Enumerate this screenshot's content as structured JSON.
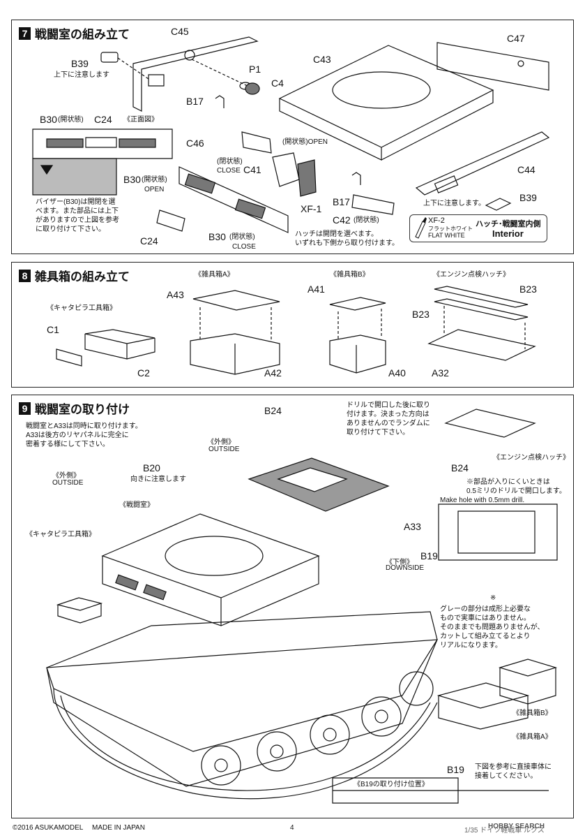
{
  "step7": {
    "num": "7",
    "title": "戦闘室の組み立て",
    "labels": {
      "c45": "C45",
      "c47": "C47",
      "b39a": "B39",
      "p1": "P1",
      "c4": "C4",
      "c43": "C43",
      "b17a": "B17",
      "b30": "B30",
      "open_paren": "(開状態)",
      "c24a": "C24",
      "front_view": "《正面図》",
      "c46": "C46",
      "b30open_code": "B30",
      "b30open_jp": "(開状態)",
      "b30open_en": "OPEN",
      "open_hatch": "(開状態)OPEN",
      "closed_jp": "(閉状態)",
      "closed_en": "CLOSE",
      "c41": "C41",
      "c44": "C44",
      "b17b": "B17",
      "c42": "C42",
      "c42_paren": "(閉状態)",
      "b39b": "B39",
      "xf1": "XF-1",
      "c24b": "C24",
      "b30closed_code": "B30",
      "b30closed_jp": "(閉状態)",
      "b30closed_en": "CLOSE"
    },
    "notes": {
      "updown1": "上下に注意します",
      "updown2": "上下に注意します。",
      "visor": [
        "バイザー(B30)は開閉を選",
        "べます。また部品には上下",
        "がありますので上図を参考",
        "に取り付けて下さい。"
      ],
      "hatch": [
        "ハッチは開閉を選べます。",
        "いずれも下側から取り付けます。"
      ]
    },
    "legend": {
      "code": "XF-2",
      "jp": "フラットホワイト",
      "en": "FLAT WHITE",
      "title": "ハッチ･戦闘室内側",
      "sub": "Interior"
    }
  },
  "step8": {
    "num": "8",
    "title": "雑具箱の組み立て",
    "captions": {
      "track_box": "《キャタピラ工具箱》",
      "box_a": "《雑具箱A》",
      "box_b": "《雑具箱B》",
      "engine_hatch": "《エンジン点検ハッチ》"
    },
    "labels": {
      "c1": "C1",
      "c2": "C2",
      "a43": "A43",
      "a42": "A42",
      "a41": "A41",
      "a40": "A40",
      "b23a": "B23",
      "b23b": "B23",
      "a32": "A32"
    }
  },
  "step9": {
    "num": "9",
    "title": "戦闘室の取り付け",
    "notes": {
      "intro": [
        "戦闘室とA33は同時に取り付けます。",
        "A33は後方のリヤパネルに完全に",
        "密着する様にして下さい。"
      ],
      "drill": [
        "ドリルで開口した後に取り",
        "付けます。決まった方向は",
        "ありませんのでランダムに",
        "取り付けて下さい。"
      ],
      "drill_jp": "※部品が入りにくいときは",
      "drill_jp2": "0.5ミリのドリルで開口します。",
      "drill_en": "Make hole with 0.5mm drill.",
      "grey": [
        "グレーの部分は成形上必要な",
        "もので実車にはありません。",
        "そのままでも問題ありませんが、",
        "カットして組み立てるとより",
        "リアルになります。"
      ],
      "b19": [
        "下図を参考に直接車体に",
        "接着してください。"
      ],
      "b20_note": "向きに注意します"
    },
    "captions": {
      "outside_jp": "《外側》",
      "outside_en": "OUTSIDE",
      "outside2_jp": "《外側》",
      "outside2_en": "OUTSIDE",
      "fighting": "《戦闘室》",
      "track_box": "《キャタピラ工具箱》",
      "engine_hatch": "《エンジン点検ハッチ》",
      "downside_jp": "《下側》",
      "downside_en": "DOWNSIDE",
      "box_b": "《雑具箱B》",
      "box_a": "《雑具箱A》",
      "b19_pos": "《B19の取り付け位置》"
    },
    "labels": {
      "b24a": "B24",
      "b24b": "B24",
      "b20": "B20",
      "a33": "A33",
      "b19a": "B19",
      "b19b": "B19",
      "mark": "※"
    }
  },
  "footer": {
    "copyright": "©2016 ASUKAMODEL",
    "made": "MADE IN JAPAN",
    "page": "4",
    "right": "1/35 ドイツ軽戦車 ルクス",
    "watermark": "HOBBY SEARCH"
  },
  "colors": {
    "ink": "#111111",
    "grey_fill": "#9a9a9a",
    "dark_fill": "#555555"
  }
}
